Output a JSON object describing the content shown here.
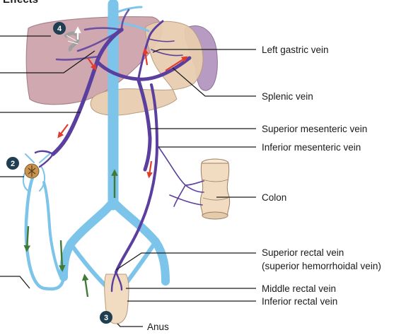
{
  "header_fragment": "Effects",
  "labels": {
    "left_gastric_vein": "Left gastric vein",
    "splenic_vein": "Splenic vein",
    "superior_mesenteric_vein": "Superior mesenteric vein",
    "inferior_mesenteric_vein": "Inferior mesenteric vein",
    "colon": "Colon",
    "superior_rectal_vein_1": "Superior rectal vein",
    "superior_rectal_vein_2": "(superior hemorrhoidal vein)",
    "middle_rectal_vein": "Middle rectal vein",
    "inferior_rectal_vein": "Inferior rectal vein",
    "anus": "Anus"
  },
  "badges": {
    "b2": "2",
    "b3": "3",
    "b4": "4"
  },
  "colors": {
    "portal_vein": "#5b3f9e",
    "systemic_vein": "#7cc4ea",
    "liver": "#c79aa3",
    "stomach": "#e8cdb0",
    "spleen": "#b79bc2",
    "colon": "#f1dcc2",
    "arrow_red": "#e23b2e",
    "arrow_green": "#3f7a36",
    "badge": "#1f3e52"
  }
}
